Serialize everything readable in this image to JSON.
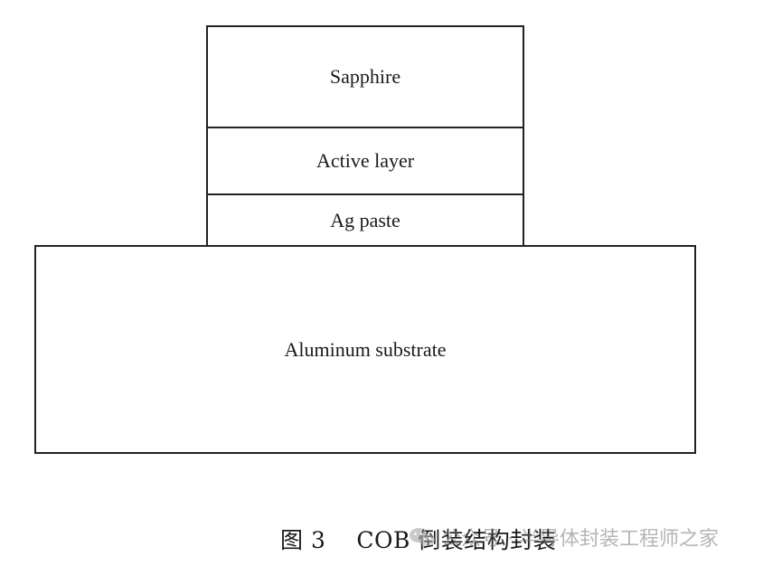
{
  "diagram": {
    "layers": {
      "sapphire": "Sapphire",
      "active_layer": "Active layer",
      "ag_paste": "Ag paste",
      "aluminum_substrate": "Aluminum substrate"
    },
    "caption": {
      "figure_number": "图 3",
      "text": "COB 倒装结构封装"
    }
  },
  "watermark": {
    "icon": "wechat-icon",
    "text": "公众号 · 半导体封装工程师之家"
  }
}
